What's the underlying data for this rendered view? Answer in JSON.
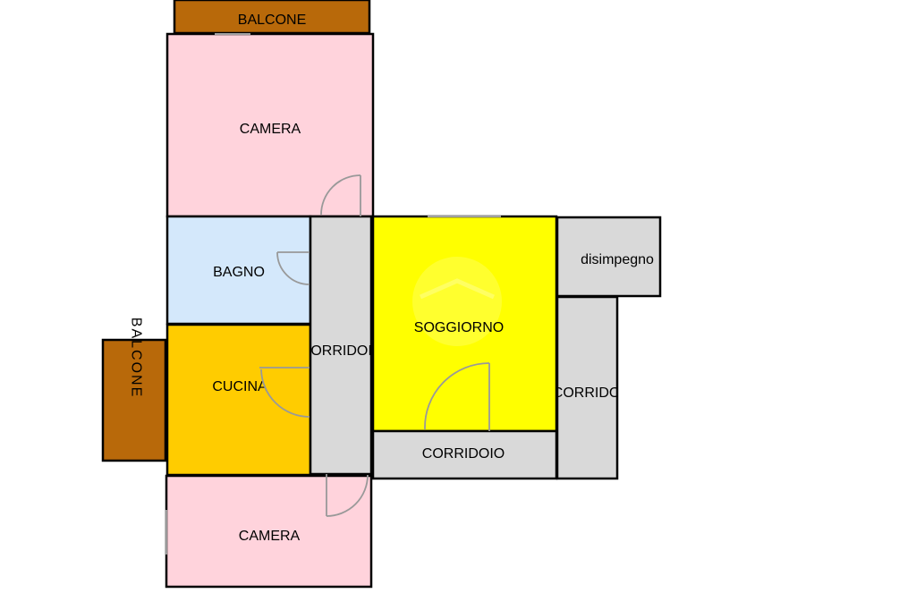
{
  "rooms": {
    "balcone_top": {
      "label": "BALCONE",
      "color": "#b8690a"
    },
    "camera_top": {
      "label": "CAMERA",
      "color": "#ffd3dc"
    },
    "bagno": {
      "label": "BAGNO",
      "color": "#d4e8fb"
    },
    "cucina": {
      "label": "CUCINA",
      "color": "#ffcc00"
    },
    "balcone_left": {
      "label": "BALCONE",
      "color": "#b8690a"
    },
    "camera_bottom": {
      "label": "CAMERA",
      "color": "#ffd3dc"
    },
    "corridoio_vertical": {
      "label": "CORRIDOIO",
      "color": "#d9d9d9"
    },
    "soggiorno": {
      "label": "SOGGIORNO",
      "color": "#ffff00"
    },
    "corridoio_bottom": {
      "label": "CORRIDOIO",
      "color": "#d9d9d9"
    },
    "disimpegno": {
      "label": "disimpegno",
      "color": "#d9d9d9"
    },
    "corridoio_right": {
      "label": "CORRIDOIO",
      "color": "#d9d9d9"
    }
  },
  "colors": {
    "wall": "#000000",
    "door": "#999999",
    "background": "#ffffff"
  }
}
